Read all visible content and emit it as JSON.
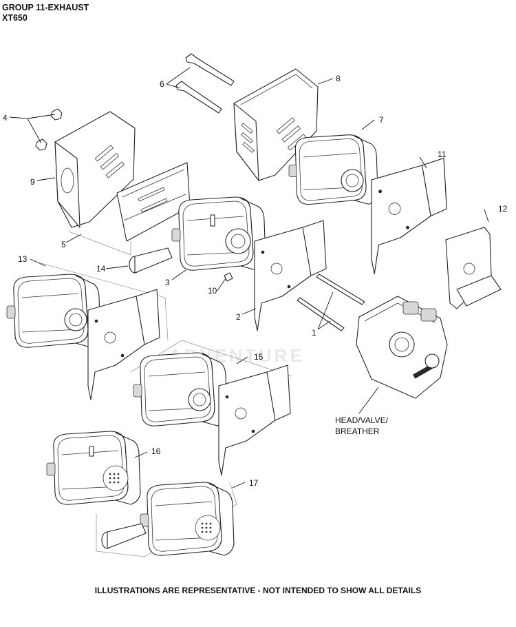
{
  "header": {
    "line1": "GROUP 11-EXHAUST",
    "line2": "XT650"
  },
  "callouts": [
    "1",
    "2",
    "3",
    "4",
    "5",
    "6",
    "7",
    "8",
    "9",
    "10",
    "11",
    "12",
    "13",
    "14",
    "15",
    "16",
    "17"
  ],
  "head_label": {
    "line1": "HEAD/VALVE/",
    "line2": "BREATHER"
  },
  "watermark": "ADVENTURE",
  "footer": "ILLUSTRATIONS ARE REPRESENTATIVE - NOT INTENDED TO SHOW ALL DETAILS"
}
